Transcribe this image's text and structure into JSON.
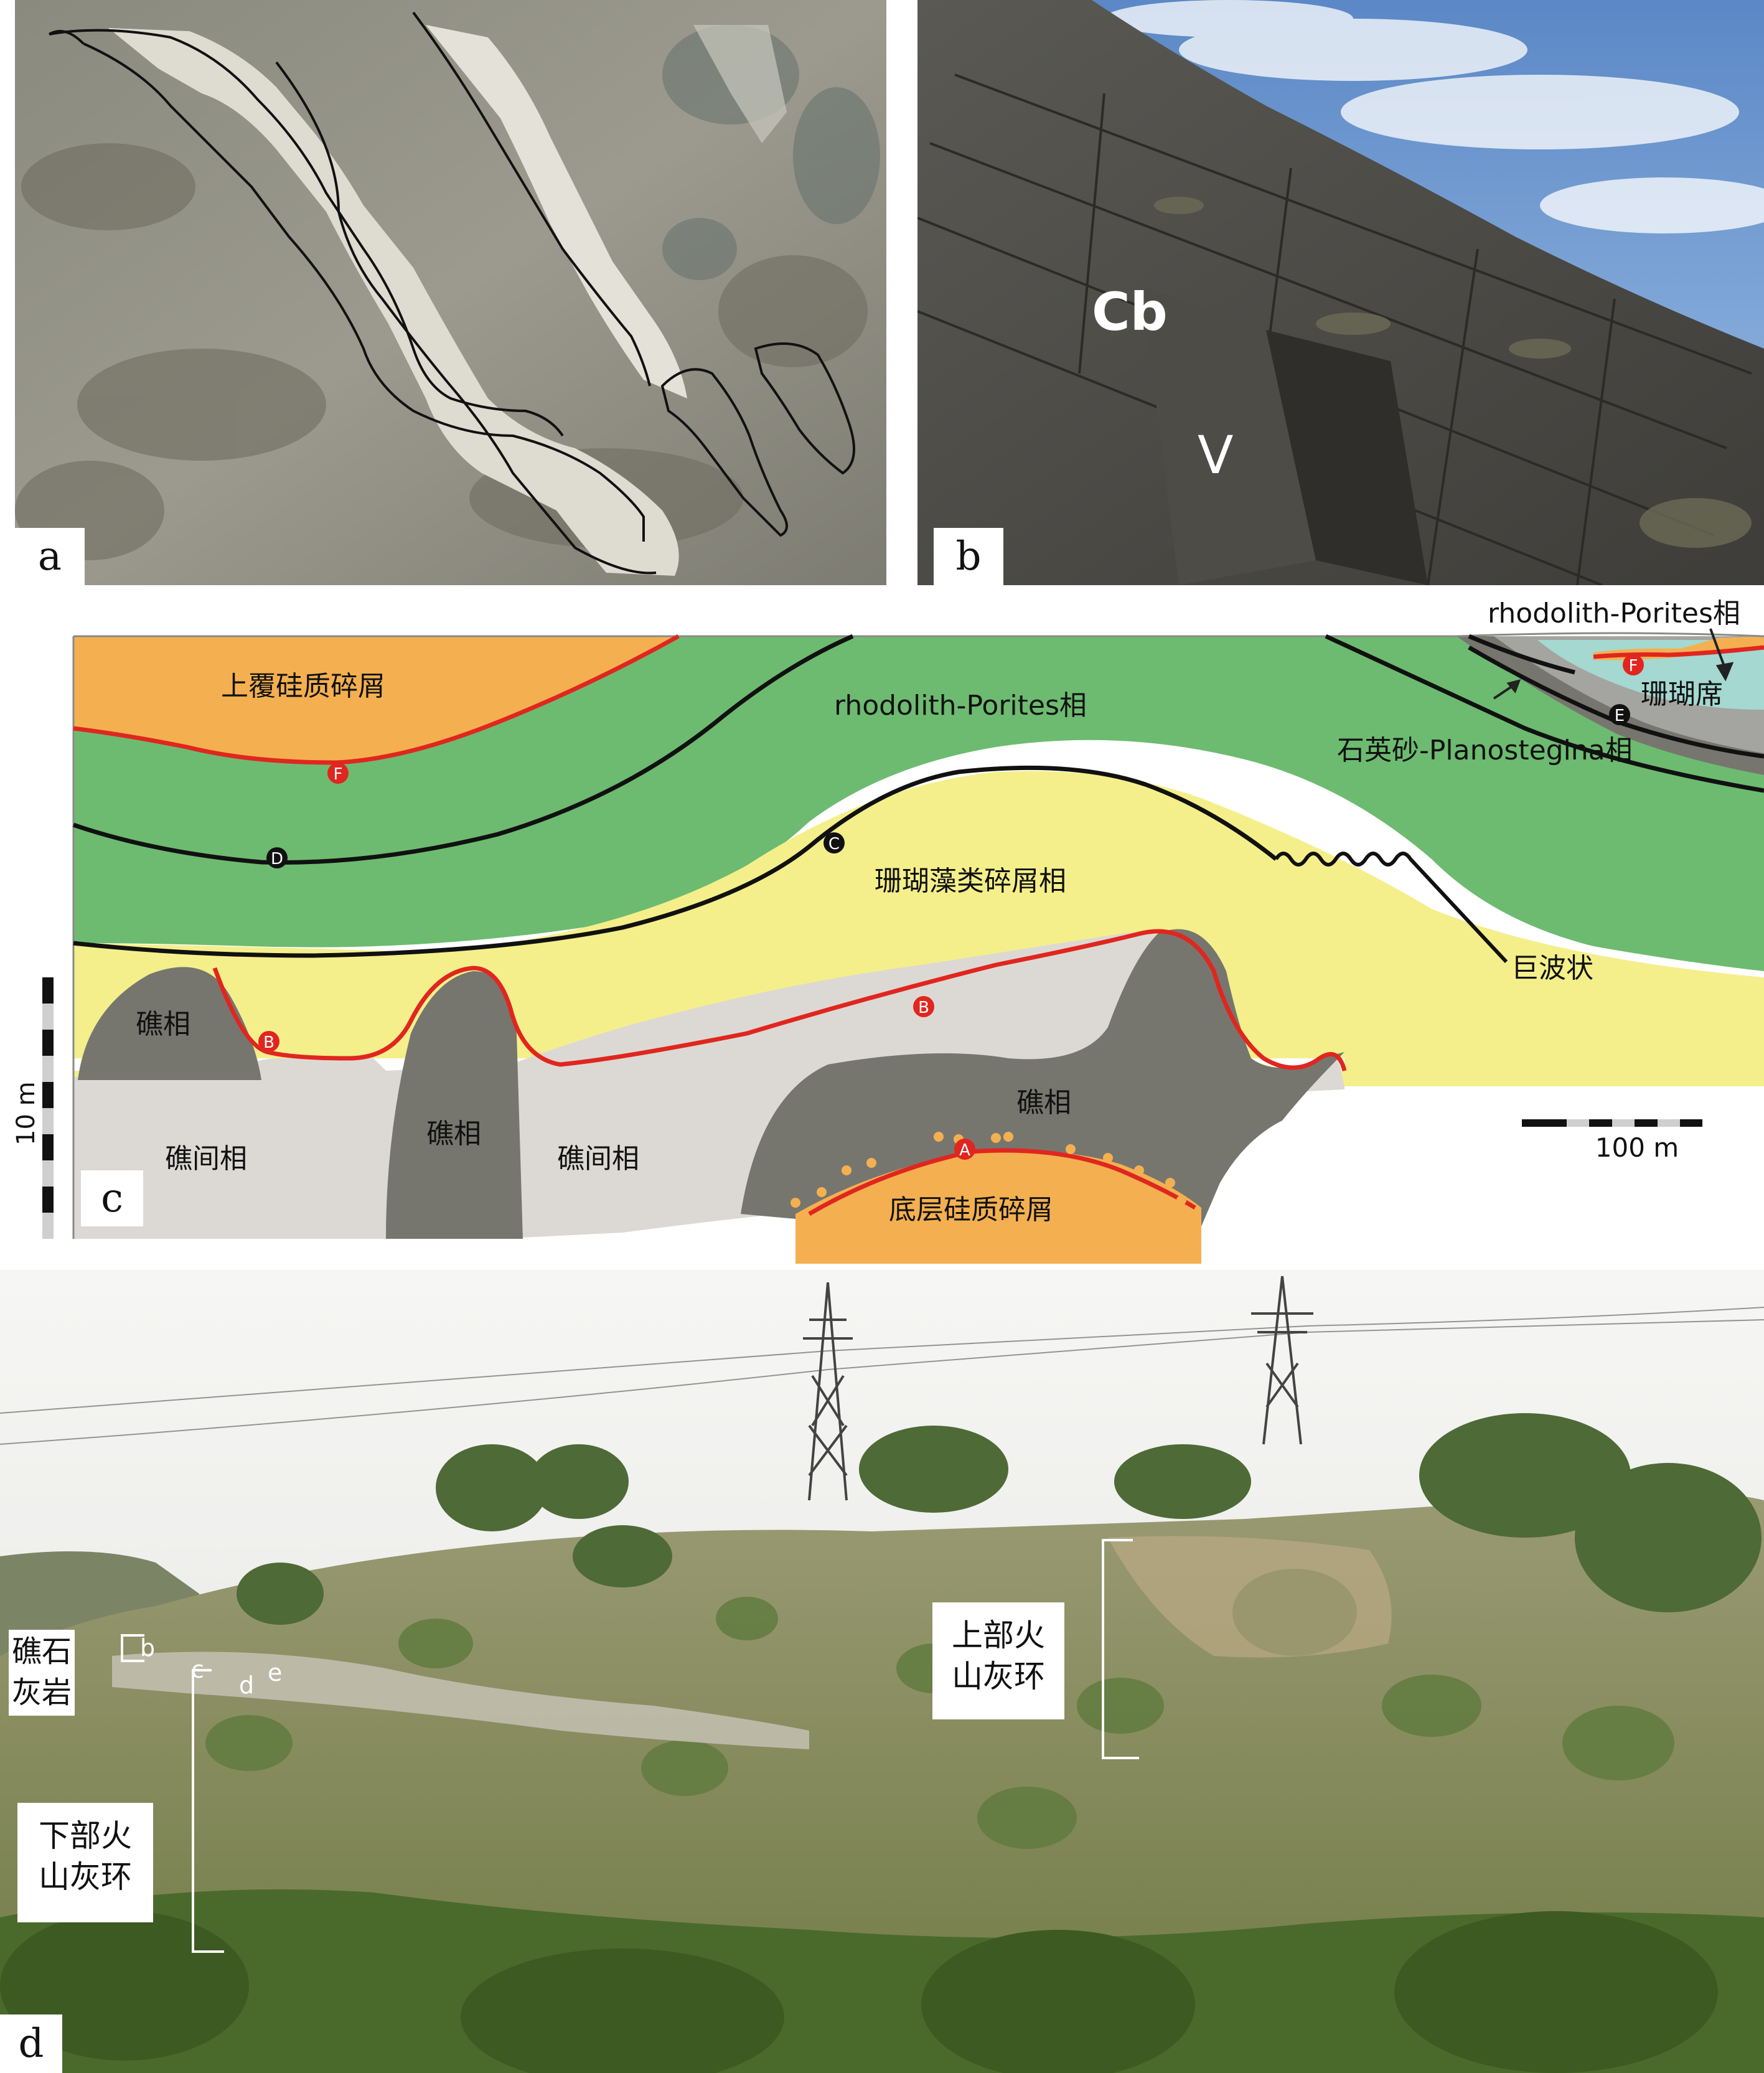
{
  "panels": {
    "a": {
      "label": "a"
    },
    "b": {
      "label": "b",
      "annotations": [
        "Cb",
        "V"
      ]
    },
    "c": {
      "label": "c",
      "facies": {
        "upper_siliciclastic": "上覆硅质碎屑",
        "rhodolith_porites_main": "rhodolith-Porites相",
        "rhodolith_porites_top": "rhodolith-Porites相",
        "coral_mat": "珊瑚席",
        "quartz_sand": "石英砂-Planostegina相",
        "coralline_debris": "珊瑚藻类碎屑相",
        "megaripple": "巨波状",
        "reef_left": "礁相",
        "reef_middle": "礁相",
        "reef_right": "礁相",
        "interreef_left": "礁间相",
        "interreef_right": "礁间相",
        "basal_siliciclastic": "底层硅质碎屑"
      },
      "surfaces": [
        "A",
        "B",
        "B",
        "C",
        "D",
        "E",
        "F",
        "F"
      ],
      "scale_vertical": "10 m",
      "scale_horizontal": "100 m",
      "colors": {
        "green": "#6dbb70",
        "yellow": "#f4ef8a",
        "orange": "#f4b050",
        "gray": "#76766f",
        "lightgray": "#dcd9d4",
        "teal": "#a4d8d0",
        "red": "#e0261f"
      }
    },
    "d": {
      "label": "d",
      "reef_limestone": [
        "礁石",
        "灰岩"
      ],
      "lower_tuff_ring": [
        "下部火",
        "山灰环"
      ],
      "upper_tuff_ring": [
        "上部火",
        "山灰环"
      ],
      "markers": [
        "b",
        "c",
        "d",
        "e"
      ]
    }
  }
}
